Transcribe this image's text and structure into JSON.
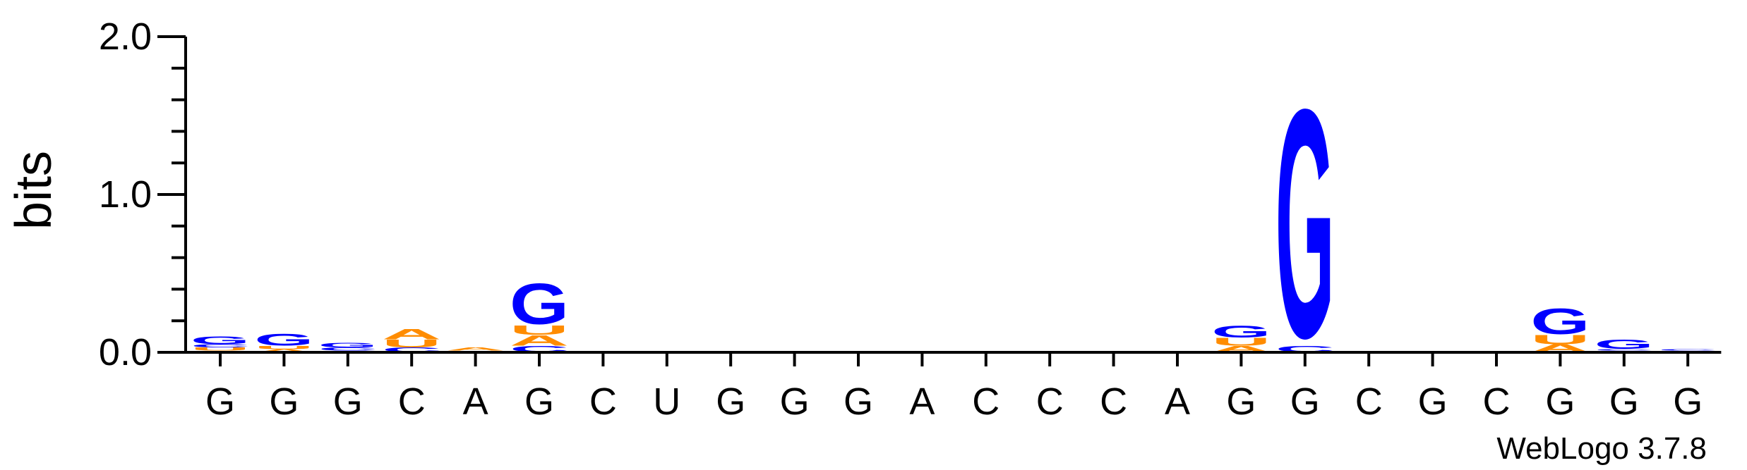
{
  "chart_data": {
    "type": "sequence_logo",
    "ylabel": "bits",
    "ylim": [
      0,
      2.0
    ],
    "yticks": [
      "0.0",
      "1.0",
      "2.0"
    ],
    "footer": "WebLogo 3.7.8",
    "colors": {
      "A": "#ff8c00",
      "C": "#0000ff",
      "G": "#0000ff",
      "U": "#ff8c00"
    },
    "positions": [
      {
        "label": "G",
        "stack": [
          {
            "letter": "A",
            "bits": 0.01
          },
          {
            "letter": "U",
            "bits": 0.02
          },
          {
            "letter": "C",
            "bits": 0.02
          },
          {
            "letter": "G",
            "bits": 0.05
          }
        ]
      },
      {
        "label": "G",
        "stack": [
          {
            "letter": "A",
            "bits": 0.02
          },
          {
            "letter": "U",
            "bits": 0.02
          },
          {
            "letter": "G",
            "bits": 0.08
          }
        ]
      },
      {
        "label": "G",
        "stack": [
          {
            "letter": "A",
            "bits": 0.01
          },
          {
            "letter": "C",
            "bits": 0.02
          },
          {
            "letter": "G",
            "bits": 0.03
          }
        ]
      },
      {
        "label": "C",
        "stack": [
          {
            "letter": "C",
            "bits": 0.03
          },
          {
            "letter": "U",
            "bits": 0.05
          },
          {
            "letter": "A",
            "bits": 0.07
          }
        ]
      },
      {
        "label": "A",
        "stack": [
          {
            "letter": "U",
            "bits": 0.01
          },
          {
            "letter": "A",
            "bits": 0.02
          }
        ]
      },
      {
        "label": "G",
        "stack": [
          {
            "letter": "C",
            "bits": 0.04
          },
          {
            "letter": "A",
            "bits": 0.07
          },
          {
            "letter": "U",
            "bits": 0.06
          },
          {
            "letter": "G",
            "bits": 0.27
          }
        ]
      },
      {
        "label": "C",
        "stack": []
      },
      {
        "label": "U",
        "stack": [
          {
            "letter": "G",
            "bits": 0.01
          }
        ]
      },
      {
        "label": "G",
        "stack": []
      },
      {
        "label": "G",
        "stack": []
      },
      {
        "label": "G",
        "stack": []
      },
      {
        "label": "A",
        "stack": []
      },
      {
        "label": "C",
        "stack": []
      },
      {
        "label": "C",
        "stack": []
      },
      {
        "label": "C",
        "stack": []
      },
      {
        "label": "A",
        "stack": []
      },
      {
        "label": "G",
        "stack": [
          {
            "letter": "A",
            "bits": 0.04
          },
          {
            "letter": "U",
            "bits": 0.05
          },
          {
            "letter": "G",
            "bits": 0.08
          }
        ]
      },
      {
        "label": "G",
        "stack": [
          {
            "letter": "C",
            "bits": 0.04
          },
          {
            "letter": "G",
            "bits": 1.52
          }
        ]
      },
      {
        "label": "C",
        "stack": []
      },
      {
        "label": "G",
        "stack": []
      },
      {
        "label": "C",
        "stack": []
      },
      {
        "label": "G",
        "stack": [
          {
            "letter": "A",
            "bits": 0.05
          },
          {
            "letter": "U",
            "bits": 0.06
          },
          {
            "letter": "G",
            "bits": 0.17
          }
        ]
      },
      {
        "label": "G",
        "stack": [
          {
            "letter": "A",
            "bits": 0.01
          },
          {
            "letter": "C",
            "bits": 0.01
          },
          {
            "letter": "G",
            "bits": 0.06
          }
        ]
      },
      {
        "label": "G",
        "stack": [
          {
            "letter": "A",
            "bits": 0.01
          },
          {
            "letter": "C",
            "bits": 0.01
          }
        ]
      }
    ]
  }
}
